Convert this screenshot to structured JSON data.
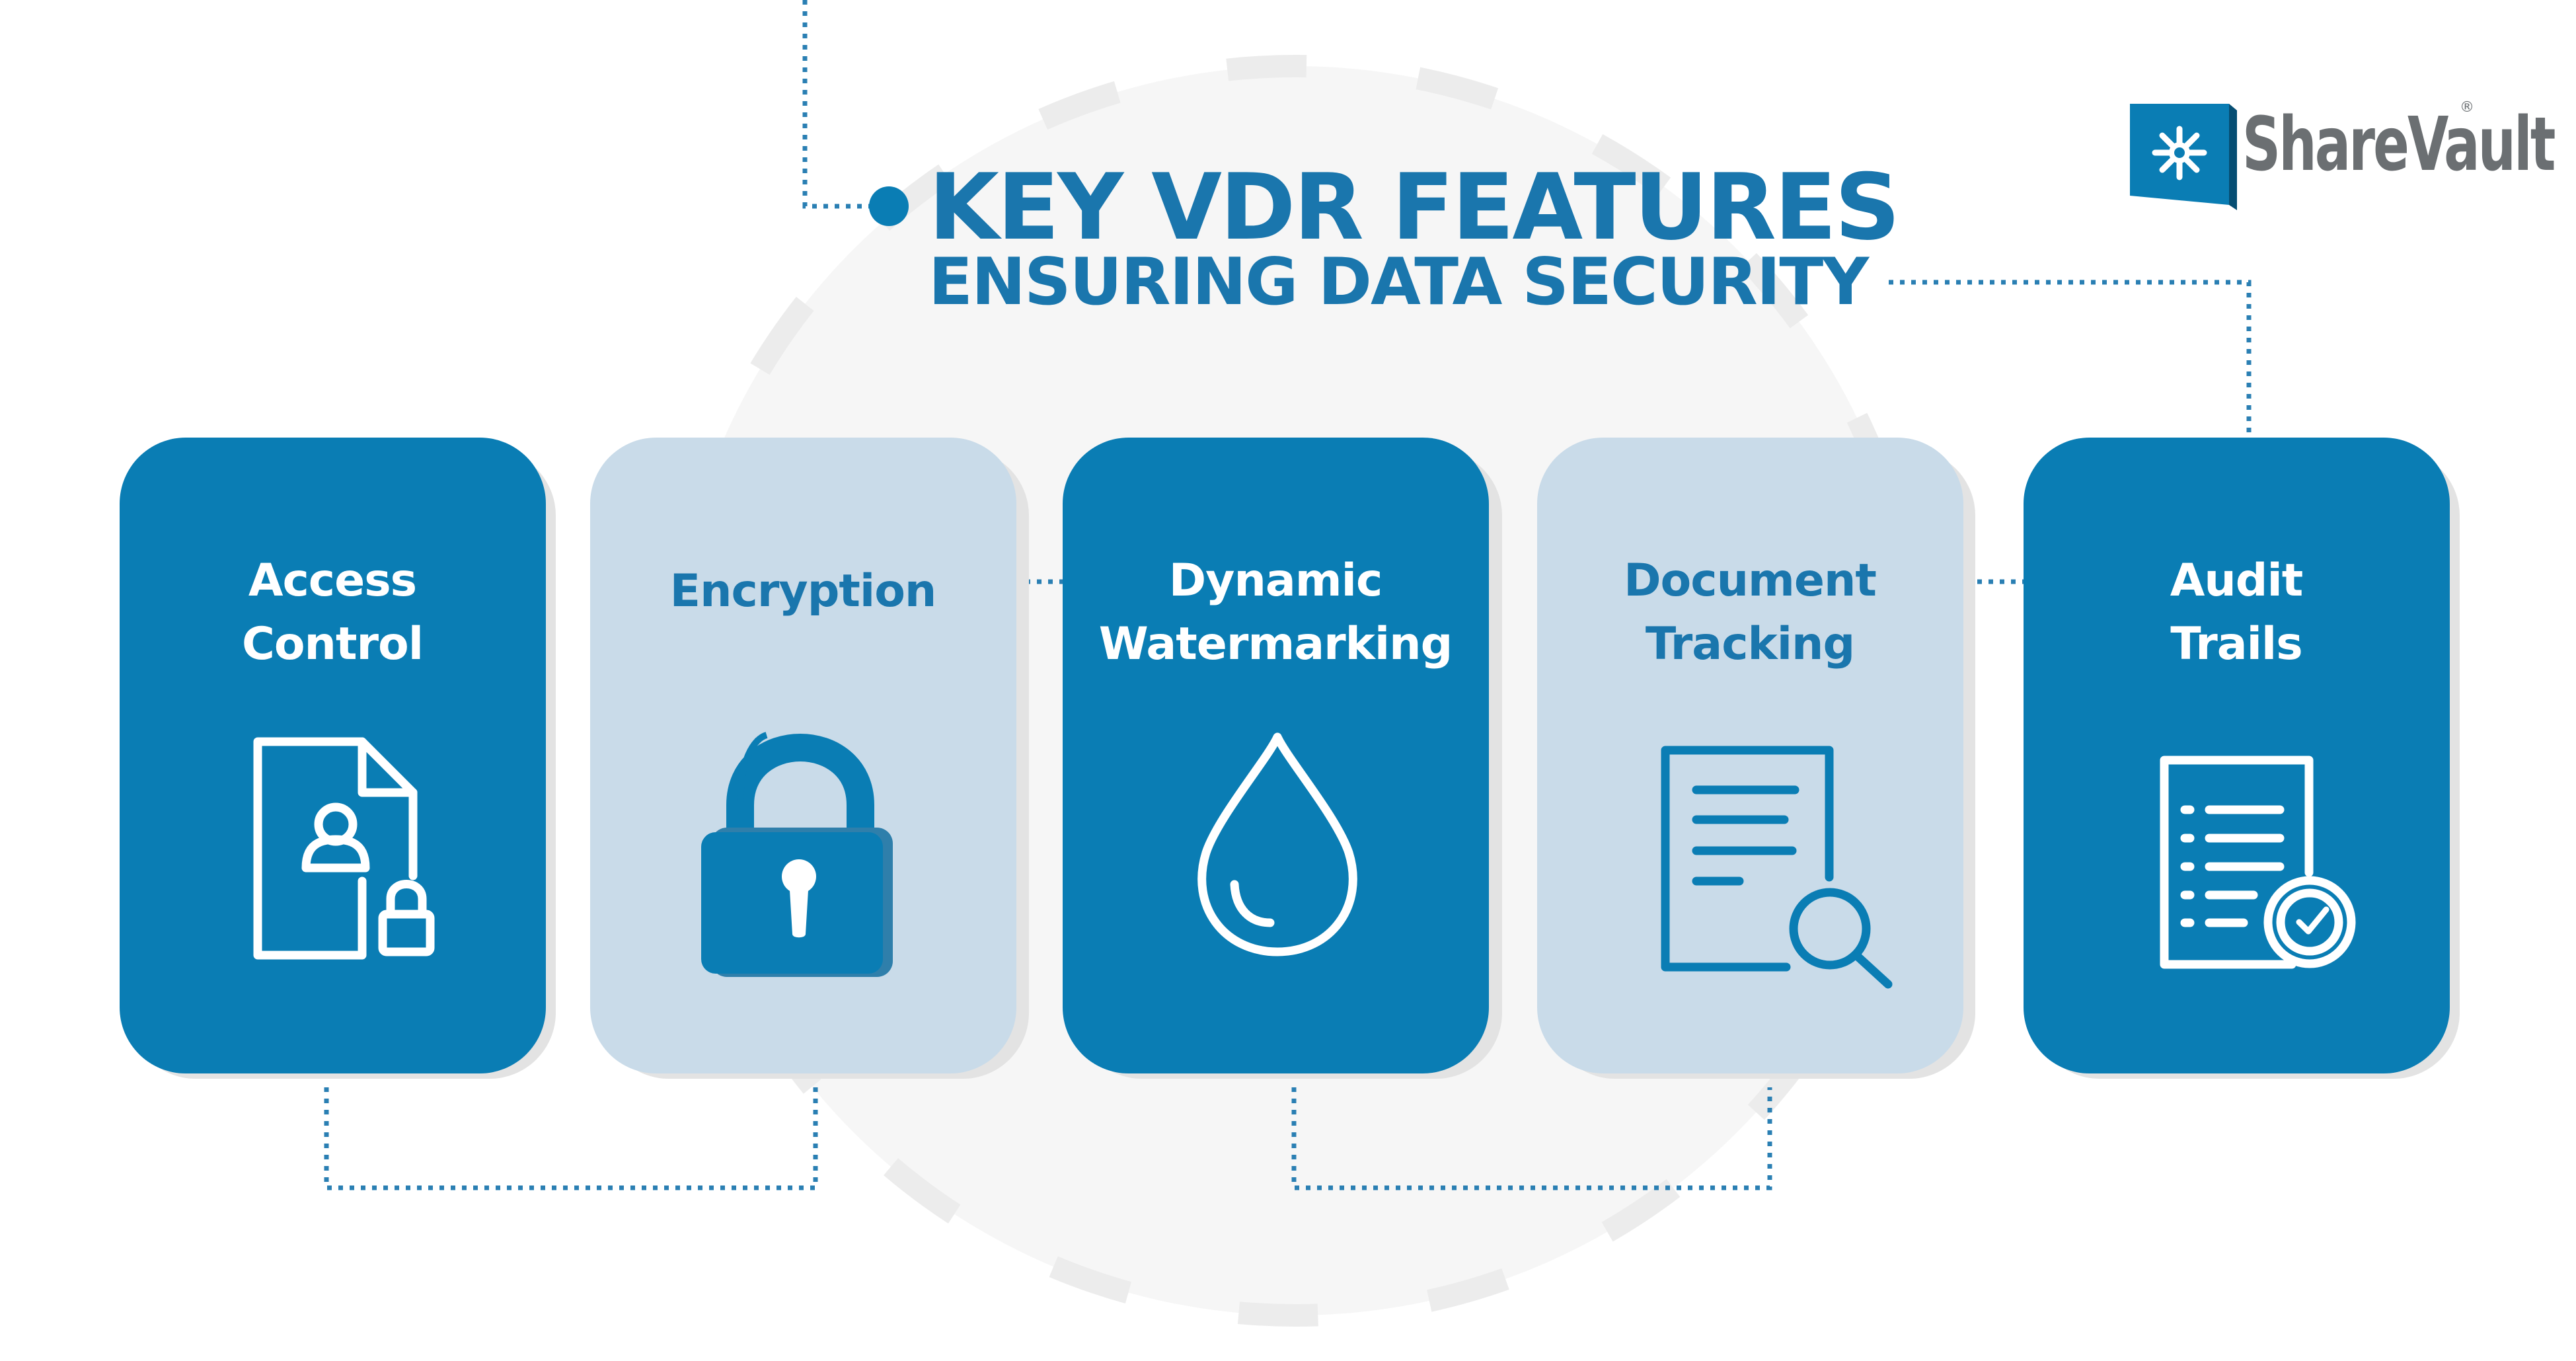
{
  "title": {
    "line1": "KEY VDR FEATURES",
    "line2": "ENSURING DATA SECURITY"
  },
  "brand": {
    "name": "ShareVault",
    "registered_mark": "®",
    "icon": "vault-burst-icon"
  },
  "colors": {
    "primary_blue": "#0a7db4",
    "title_blue": "#1a76ad",
    "light_blue": "#c9dbe9",
    "dashed_circle": "#ededed",
    "connector": "#2a7fb3",
    "brand_gray": "#6b6f72"
  },
  "features": [
    {
      "lines": [
        "Access",
        "Control"
      ],
      "style": "dark",
      "icon": "file-user-lock-icon"
    },
    {
      "lines": [
        "Encryption"
      ],
      "style": "light",
      "icon": "padlock-icon"
    },
    {
      "lines": [
        "Dynamic",
        "Watermarking"
      ],
      "style": "dark",
      "icon": "water-drop-icon"
    },
    {
      "lines": [
        "Document",
        "Tracking"
      ],
      "style": "light",
      "icon": "document-search-icon"
    },
    {
      "lines": [
        "Audit",
        "Trails"
      ],
      "style": "dark",
      "icon": "checklist-clock-icon"
    }
  ]
}
